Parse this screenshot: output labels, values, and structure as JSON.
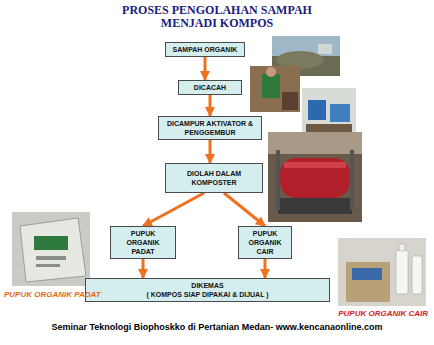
{
  "diagram": {
    "title": "PROSES PENGOLAHAN SAMPAH MENJADI KOMPOS",
    "caption": "Seminar Teknologi Biophoskko di Pertanian Medan- www.kencanaonline.com",
    "nodes": [
      {
        "text": [
          "SAMPAH ORGANIK"
        ]
      },
      {
        "text": [
          "DICACAH"
        ]
      },
      {
        "text": [
          "DICAMPUR AKTIVATOR & PENGGEMBUR"
        ]
      },
      {
        "text": [
          "DIOLAH DALAM KOMPOSTER"
        ]
      },
      {
        "text": [
          "PUPUK ORGANIK PADAT"
        ]
      },
      {
        "text": [
          "PUPUK ORGANIK CAIR"
        ]
      },
      {
        "text": [
          "DIKEMAS",
          "( KOMPOS SIAP DIPAKAI & DIJUAL )"
        ]
      }
    ],
    "edges": [
      {
        "from": 0,
        "to": 1,
        "arrow": "to"
      },
      {
        "from": 1,
        "to": 2,
        "arrow": "to"
      },
      {
        "from": 2,
        "to": 3,
        "arrow": "to"
      },
      {
        "from": 3,
        "to": 4,
        "arrow": "to"
      },
      {
        "from": 3,
        "to": 5,
        "arrow": "to"
      },
      {
        "from": 4,
        "to": 6,
        "arrow": "to"
      },
      {
        "from": 5,
        "to": 6,
        "arrow": "to"
      }
    ],
    "labels": [
      "PUPUK ORGANIK PADAT",
      "PUPUK ORGANIK CAIR"
    ]
  }
}
